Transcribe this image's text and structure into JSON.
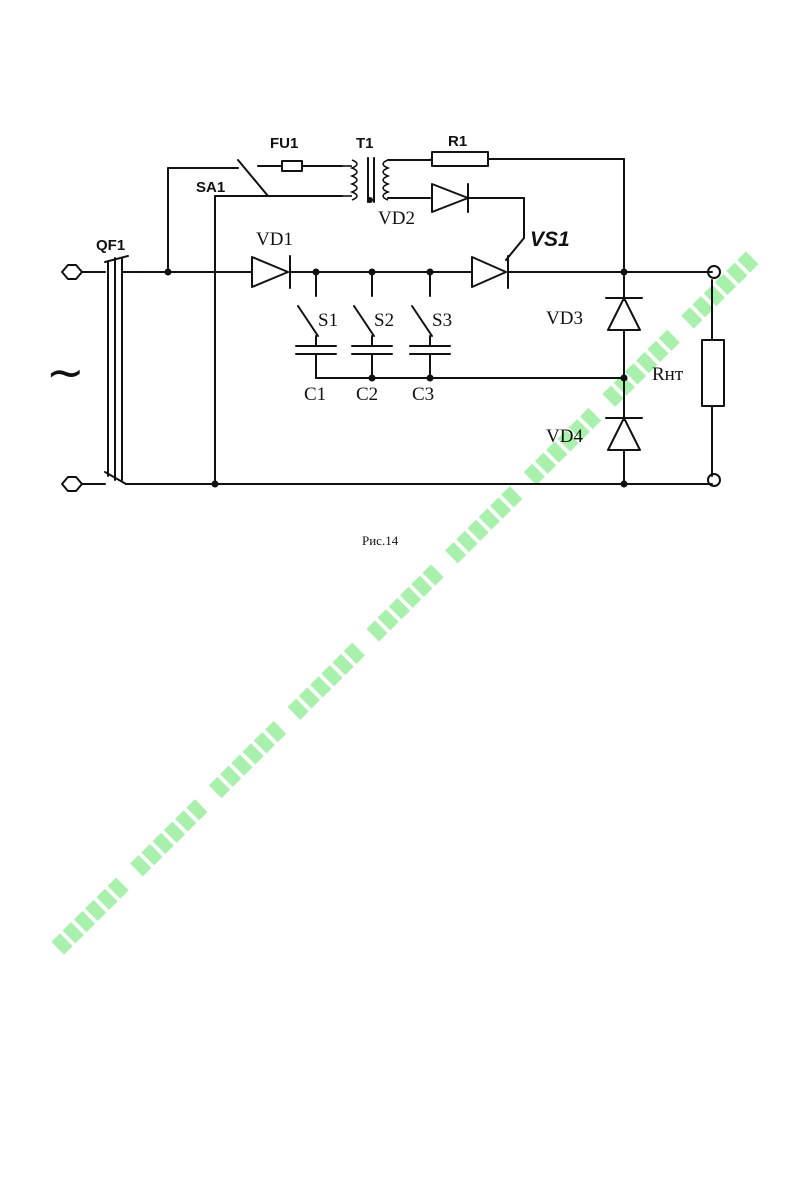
{
  "figure": {
    "caption": "Рис.14",
    "labels": {
      "qf1": "QF1",
      "sa1": "SA1",
      "fu1": "FU1",
      "t1": "T1",
      "r1": "R1",
      "vd1": "VD1",
      "vd2": "VD2",
      "vs1": "VS1",
      "vd3": "VD3",
      "vd4": "VD4",
      "s1": "S1",
      "s2": "S2",
      "s3": "S3",
      "c1": "C1",
      "c2": "C2",
      "c3": "C3",
      "rnt": "Rнт",
      "ac": "~"
    }
  },
  "colors": {
    "wire": "#111111",
    "watermark": "#a9f0ad"
  }
}
